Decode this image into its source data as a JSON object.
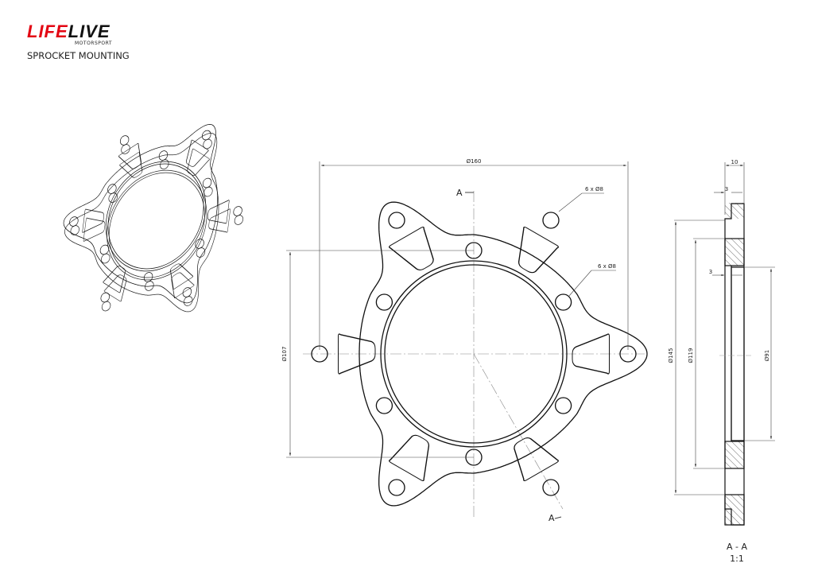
{
  "logo": {
    "part1": "LIFE",
    "part2": "LIVE",
    "subtitle": "MOTORSPORT",
    "colors": {
      "red": "#e30613",
      "black": "#111111"
    }
  },
  "title": "SPROCKET MOUNTING",
  "front_view": {
    "outer_diameter": "Ø160",
    "outer_holes": "6 x Ø8",
    "inner_holes": "6 x Ø8",
    "inner_pcd": "Ø107",
    "section_mark_top": "A",
    "section_mark_bottom": "A"
  },
  "section_view": {
    "thickness": "10",
    "step_top": "3",
    "step_mid": "3",
    "d1": "Ø145",
    "d2": "Ø119",
    "d3": "Ø91",
    "label": "A - A",
    "scale": "1:1"
  }
}
